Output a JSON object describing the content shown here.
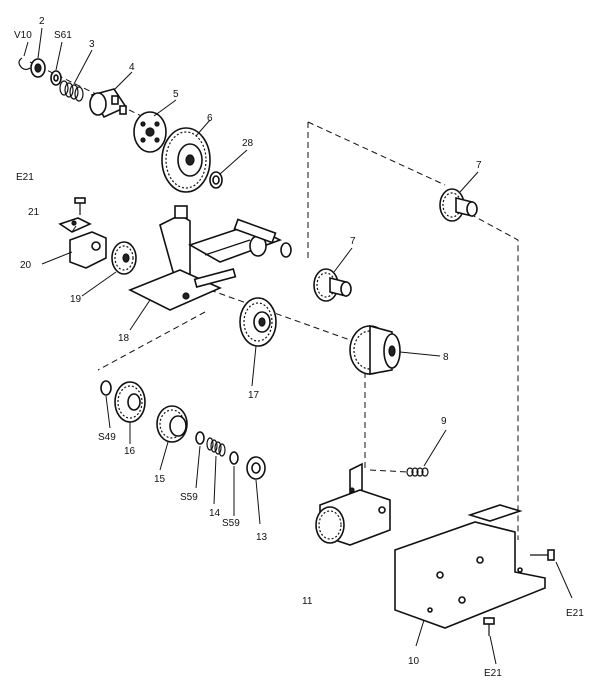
{
  "labels": {
    "v10": "V10",
    "p2": "2",
    "s61": "S61",
    "p3": "3",
    "p4": "4",
    "p5": "5",
    "p6": "6",
    "p28": "28",
    "e21_top": "E21",
    "p21": "21",
    "p20": "20",
    "p19": "19",
    "p18": "18",
    "p7_right": "7",
    "p7_mid": "7",
    "p8": "8",
    "p17": "17",
    "s49": "S49",
    "p16": "16",
    "p15": "15",
    "s59_left": "S59",
    "p14": "14",
    "s59_right": "S59",
    "p13": "13",
    "p9": "9",
    "p11": "11",
    "p10": "10",
    "e21_right": "E21",
    "e21_bottom": "E21"
  }
}
